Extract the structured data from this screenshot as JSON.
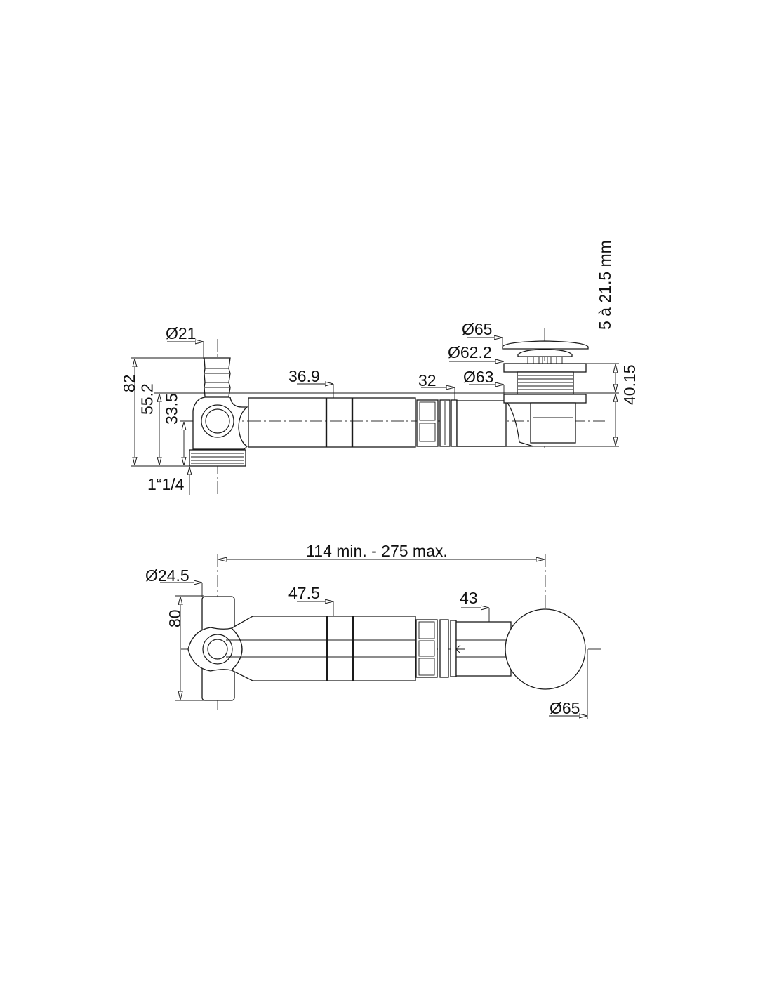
{
  "side_view": {
    "labels": {
      "hose_diameter": "Ø21",
      "height_total": "82",
      "height_axis_top": "55.2",
      "height_axis": "33.5",
      "thread": "1“1/4",
      "pipe_length": "36.9",
      "pipe_diameter": "32",
      "outlet_diameter": "Ø63",
      "cap_diameter": "Ø65",
      "flange_diameter": "Ø62.2",
      "adjust_range": "5 à 21.5 mm",
      "drain_height": "40.15"
    }
  },
  "top_view": {
    "labels": {
      "length_range": "114 min. - 275 max.",
      "tee_diameter": "Ø24.5",
      "width": "80",
      "pipe_length": "47.5",
      "pipe_diameter": "43",
      "cap_diameter": "Ø65"
    }
  }
}
